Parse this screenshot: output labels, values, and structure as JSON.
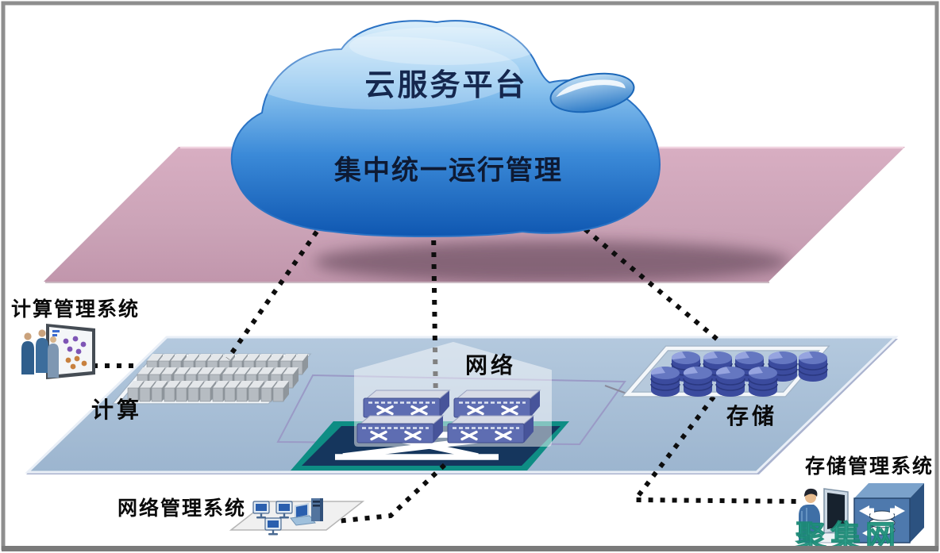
{
  "cloud": {
    "title": "云服务平台",
    "subtitle": "集中统一运行管理"
  },
  "resource_pool": {
    "compute_label": "计算",
    "network_label": "网络",
    "storage_label": "存储"
  },
  "management_systems": {
    "compute": "计算管理系统",
    "network": "网络管理系统",
    "storage": "存储管理系统"
  },
  "watermark": {
    "text": "聚集网"
  },
  "colors": {
    "cloud_blue_deep": "#1058b2",
    "cloud_blue_light": "#d9eefb",
    "plane_pink": "#cba3b7",
    "plane_blue": "#a6bdd5",
    "platform_navy": "#15365d",
    "platform_teal": "#0e8d84",
    "disk_indigo": "#3b4b9e",
    "switch_slate": "#5e6db2",
    "watermark_teal": "#2eb399",
    "connector_black": "#0d0d0d",
    "connector_lavender": "#9a9ac6"
  }
}
